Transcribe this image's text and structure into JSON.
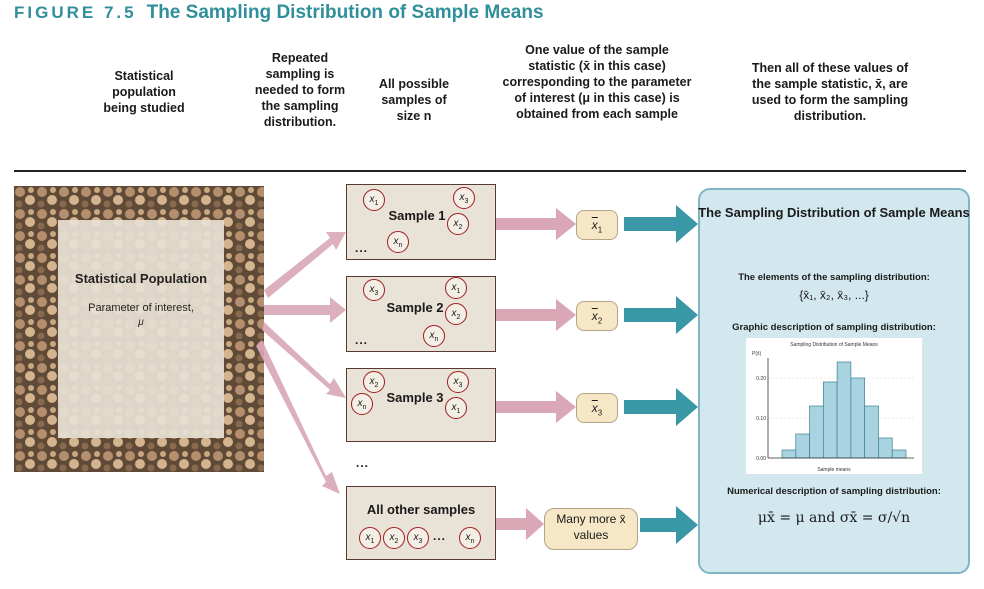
{
  "figure": {
    "label": "FIGURE 7.5",
    "title": "The Sampling Distribution of Sample Means"
  },
  "column_headers": [
    "Statistical population being studied",
    "Repeated sampling is needed to form the sampling distribution.",
    "All possible samples of size n",
    "One value of the sample statistic (x̄ in this case) corresponding to the parameter of interest (μ in this case) is obtained from each sample",
    "Then all of these values of the sample statistic, x̄, are used to form the sampling distribution."
  ],
  "population": {
    "title": "Statistical Population",
    "parameter_label": "Parameter of interest,",
    "parameter_symbol": "μ"
  },
  "samples": [
    {
      "label": "Sample 1",
      "xbar_sub": "1"
    },
    {
      "label": "Sample 2",
      "xbar_sub": "2"
    },
    {
      "label": "Sample 3",
      "xbar_sub": "3"
    }
  ],
  "ellipsis": "...",
  "other_samples": {
    "label": "All other samples",
    "more_values": "Many more x̄ values"
  },
  "panel": {
    "title": "The Sampling Distribution of Sample Means",
    "elements_label": "The elements of the sampling distribution:",
    "elements_set": "{x̄₁, x̄₂, x̄₃, ...}",
    "graphic_label": "Graphic description of sampling distribution:",
    "numerical_label": "Numerical description of sampling distribution:",
    "formula": "μx̄ = μ and σx̄ = σ/√n"
  },
  "chart_data": {
    "type": "bar",
    "title": "Sampling Distribution of Sample Means",
    "ylabel": "P(x̄)",
    "xlabel": "Sample means",
    "yticks": [
      "0.00",
      "0.10",
      "0.20"
    ],
    "ylim": [
      0,
      0.25
    ],
    "values": [
      0.02,
      0.06,
      0.13,
      0.19,
      0.24,
      0.2,
      0.13,
      0.05,
      0.02
    ]
  },
  "colors": {
    "title": "#2f8f9a",
    "arrow_pink": "#d9a7b6",
    "arrow_teal": "#3a98a6",
    "panel": "#d3e8ee",
    "circle": "#a01c1c"
  }
}
